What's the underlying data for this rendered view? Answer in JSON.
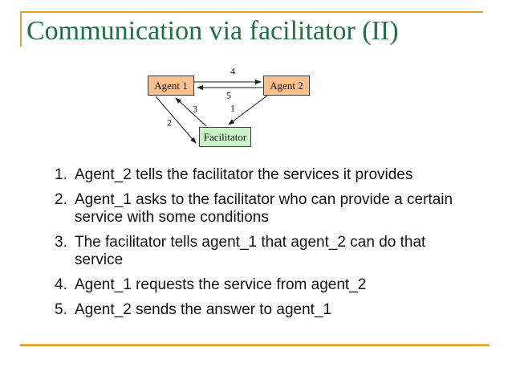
{
  "slide": {
    "title": "Communication via facilitator (II)",
    "title_color": "#1D7044",
    "accent_color": "#DDA032",
    "background": "#FFFFFF"
  },
  "diagram": {
    "nodes": [
      {
        "label": "Agent 1",
        "fill": "#FAC090"
      },
      {
        "label": "Agent 2",
        "fill": "#FAC090"
      },
      {
        "label": "Facilitator",
        "fill": "#CBF3C9"
      }
    ],
    "arrows": [
      {
        "label": "1",
        "from": "Agent 2",
        "to": "Facilitator"
      },
      {
        "label": "2",
        "from": "Agent 1",
        "to": "Facilitator"
      },
      {
        "label": "3",
        "from": "Facilitator",
        "to": "Agent 1"
      },
      {
        "label": "4",
        "from": "Agent 1",
        "to": "Agent 2"
      },
      {
        "label": "5",
        "from": "Agent 2",
        "to": "Agent 1"
      }
    ]
  },
  "steps": {
    "items": [
      {
        "num": "1.",
        "text": "Agent_2 tells the facilitator the services it provides"
      },
      {
        "num": "2.",
        "text": "Agent_1 asks to the facilitator who can provide a certain\nservice with some conditions"
      },
      {
        "num": "3.",
        "text": "The facilitator tells agent_1 that agent_2 can do that\nservice"
      },
      {
        "num": "4.",
        "text": "Agent_1 requests the service from agent_2"
      },
      {
        "num": "5.",
        "text": "Agent_2 sends the answer to agent_1"
      }
    ]
  }
}
